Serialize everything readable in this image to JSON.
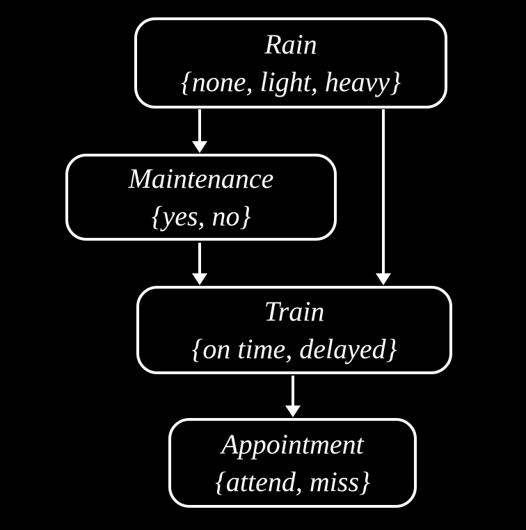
{
  "diagram": {
    "type": "bayesian-network",
    "background_color": "#000000",
    "node_fill_color": "#000000",
    "node_border_color": "#ffffff",
    "text_color": "#ffffff",
    "arrow_color": "#ffffff",
    "nodes": [
      {
        "id": "rain",
        "label": "Rain",
        "values": "{none, light, heavy}"
      },
      {
        "id": "maintenance",
        "label": "Maintenance",
        "values": "{yes, no}"
      },
      {
        "id": "train",
        "label": "Train",
        "values": "{on time, delayed}"
      },
      {
        "id": "appointment",
        "label": "Appointment",
        "values": "{attend, miss}"
      }
    ],
    "edges": [
      {
        "from": "rain",
        "to": "maintenance"
      },
      {
        "from": "rain",
        "to": "train"
      },
      {
        "from": "maintenance",
        "to": "train"
      },
      {
        "from": "train",
        "to": "appointment"
      }
    ]
  }
}
